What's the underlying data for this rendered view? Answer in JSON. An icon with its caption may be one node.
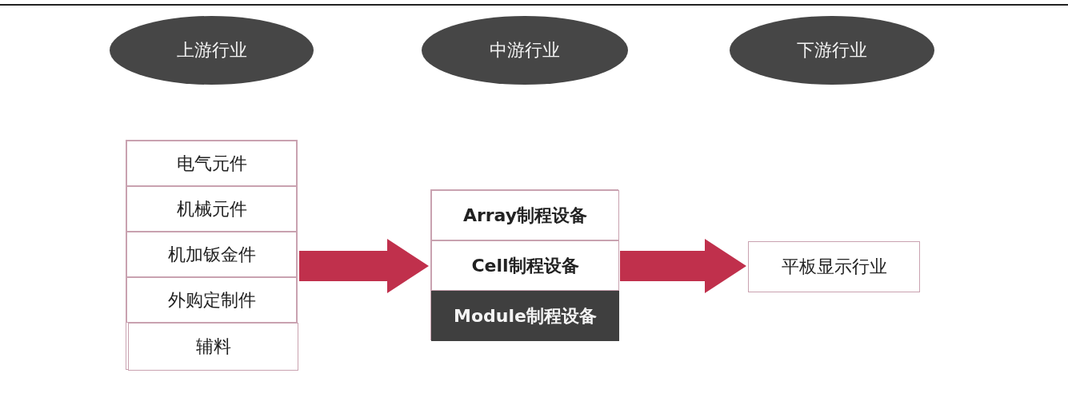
{
  "diagram": {
    "nodes": [
      {
        "text": [
          "上游行业"
        ]
      },
      {
        "text": [
          "中游行业"
        ]
      },
      {
        "text": [
          "下游行业"
        ]
      },
      {
        "text": [],
        "shape": "box"
      },
      {
        "text": [
          "电气元件"
        ],
        "in": 3
      },
      {
        "text": [
          "机械元件"
        ],
        "in": 3
      },
      {
        "text": [
          "机加钣金件"
        ],
        "in": 3
      },
      {
        "text": [
          "外购定制件"
        ],
        "in": 3
      },
      {
        "text": [
          "辅料"
        ],
        "in": 3
      },
      {
        "text": [],
        "shape": "box"
      },
      {
        "text": [
          "Array制程设备"
        ],
        "in": 9
      },
      {
        "text": [
          "Cell制程设备"
        ],
        "in": 9
      },
      {
        "text": [
          "Module制程设备"
        ],
        "in": 9
      },
      {
        "text": [
          "平板显示行业"
        ]
      }
    ],
    "edges": [
      {
        "from": 3,
        "to": 9,
        "arrow": "to",
        "style": "thick",
        "color": "#c0304c"
      },
      {
        "from": 9,
        "to": 13,
        "arrow": "to",
        "style": "thick",
        "color": "#c0304c"
      }
    ]
  }
}
